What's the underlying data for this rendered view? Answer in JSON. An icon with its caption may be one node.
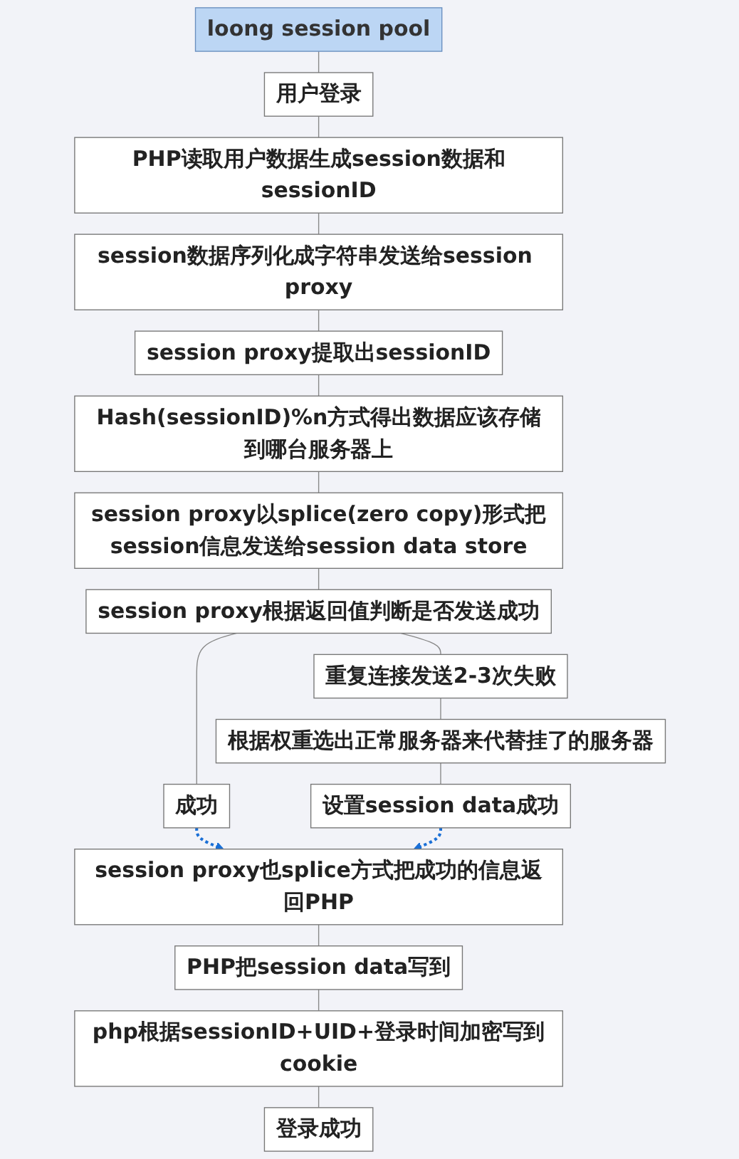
{
  "diagram": {
    "nodes": [
      {
        "text": [
          "loong session pool"
        ]
      },
      {
        "text": [
          "用户登录"
        ]
      },
      {
        "text": [
          "PHP读取用户数据生成session数据和sessionID"
        ]
      },
      {
        "text": [
          "session数据序列化成字符串发送给session proxy"
        ]
      },
      {
        "text": [
          "session proxy提取出sessionID"
        ]
      },
      {
        "text": [
          "Hash(sessionID)%n方式得出数据应该存储到哪台服务器上"
        ]
      },
      {
        "text": [
          "session proxy以splice(zero copy)形式把session信息发送给session data store"
        ]
      },
      {
        "text": [
          "session proxy根据返回值判断是否发送成功"
        ]
      },
      {
        "text": [
          "成功"
        ]
      },
      {
        "text": [
          "重复连接发送2-3次失败"
        ]
      },
      {
        "text": [
          "根据权重选出正常服务器来代替挂了的服务器"
        ]
      },
      {
        "text": [
          "设置session data成功"
        ]
      },
      {
        "text": [
          "session proxy也splice方式把成功的信息返回PHP"
        ]
      },
      {
        "text": [
          "PHP把session data写到"
        ]
      },
      {
        "text": [
          "php根据sessionID+UID+登录时间加密写到cookie"
        ]
      },
      {
        "text": [
          "登录成功"
        ]
      }
    ],
    "edges": [
      {
        "from": 0,
        "to": 1,
        "arrow": "none"
      },
      {
        "from": 1,
        "to": 2,
        "arrow": "none"
      },
      {
        "from": 2,
        "to": 3,
        "arrow": "none"
      },
      {
        "from": 3,
        "to": 4,
        "arrow": "none"
      },
      {
        "from": 4,
        "to": 5,
        "arrow": "none"
      },
      {
        "from": 5,
        "to": 6,
        "arrow": "none"
      },
      {
        "from": 6,
        "to": 7,
        "arrow": "none"
      },
      {
        "from": 7,
        "to": 8,
        "arrow": "none"
      },
      {
        "from": 7,
        "to": 9,
        "arrow": "none"
      },
      {
        "from": 9,
        "to": 10,
        "arrow": "none"
      },
      {
        "from": 10,
        "to": 11,
        "arrow": "none"
      },
      {
        "from": 8,
        "to": 12,
        "arrow": "to",
        "style": "dashed",
        "color": "#1a6fd6"
      },
      {
        "from": 11,
        "to": 12,
        "arrow": "to",
        "style": "dashed",
        "color": "#1a6fd6"
      },
      {
        "from": 12,
        "to": 13,
        "arrow": "none"
      },
      {
        "from": 13,
        "to": 14,
        "arrow": "none"
      },
      {
        "from": 14,
        "to": 15,
        "arrow": "none"
      }
    ]
  }
}
